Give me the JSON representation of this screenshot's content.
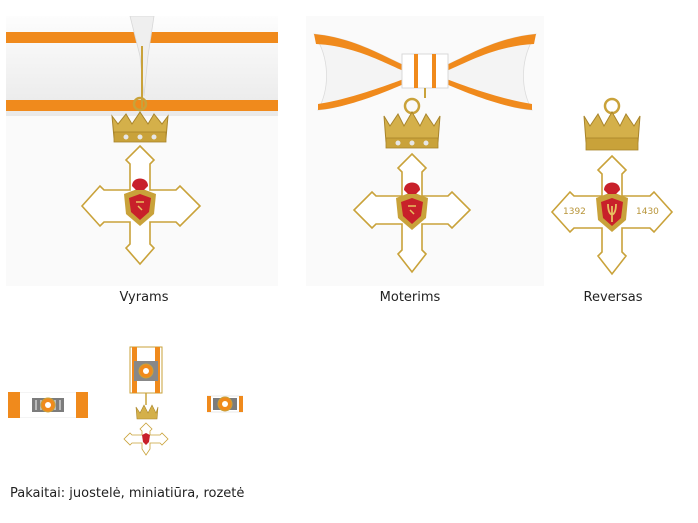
{
  "captions": {
    "men": "Vyrams",
    "women": "Moterims",
    "reverse": "Reversas"
  },
  "reverse_years": {
    "left": "1392",
    "right": "1430"
  },
  "footer": "Pakaitai: juostelė, miniatiūra, rozetė",
  "colors": {
    "ribbon_orange": "#f08a1c",
    "ribbon_white": "#f4f4f4",
    "gold": "#c9a23a",
    "enamel_white": "#ffffff",
    "shield_red": "#c8202a",
    "crown_gold": "#d4b04a"
  }
}
